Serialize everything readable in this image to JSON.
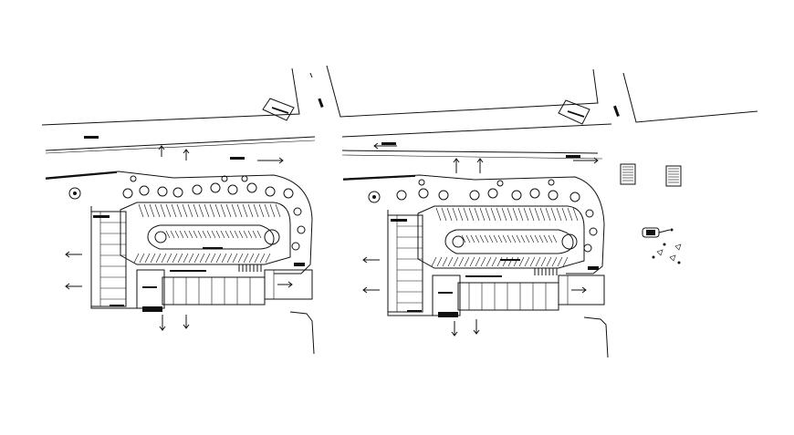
{
  "drawing": {
    "type": "site-plan-drawing",
    "plans": [
      {
        "id": "plan-left"
      },
      {
        "id": "plan-right"
      }
    ],
    "legend_sheets": 2,
    "vehicle_detail": 1
  }
}
